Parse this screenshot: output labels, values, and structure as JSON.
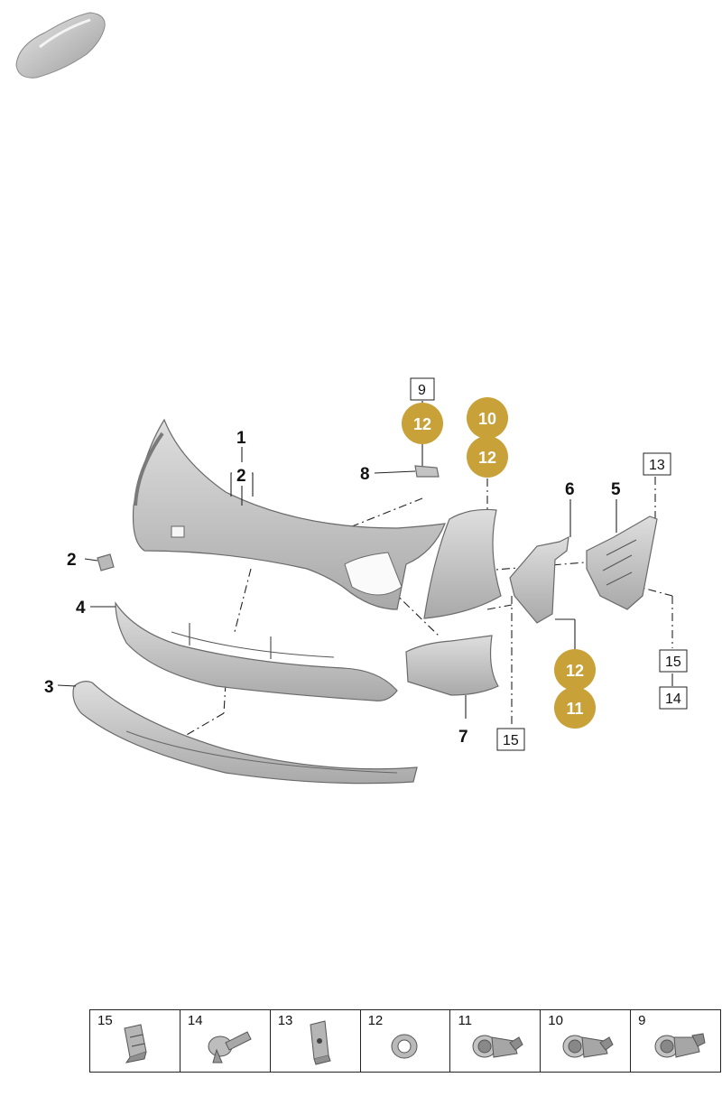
{
  "callouts": {
    "c1": "1",
    "c2a": "2",
    "c2b": "2",
    "c3": "3",
    "c4": "4",
    "c5": "5",
    "c6": "6",
    "c7": "7",
    "c8": "8"
  },
  "boxed_refs": {
    "b9": "9",
    "b13": "13",
    "b15a": "15",
    "b14": "14",
    "b15b": "15"
  },
  "gold_badges": {
    "g12a": "12",
    "g10": "10",
    "g12b": "12",
    "g12c": "12",
    "g11": "11"
  },
  "legend": [
    {
      "num": "15",
      "icon": "clip-nut-icon"
    },
    {
      "num": "14",
      "icon": "expansion-rivet-icon"
    },
    {
      "num": "13",
      "icon": "clip-nut-icon"
    },
    {
      "num": "12",
      "icon": "sensor-ring-icon"
    },
    {
      "num": "11",
      "icon": "parking-sensor-icon"
    },
    {
      "num": "10",
      "icon": "parking-sensor-icon"
    },
    {
      "num": "9",
      "icon": "parking-sensor-icon"
    }
  ],
  "colors": {
    "badge": "#c9a139",
    "part_fill": "#c8c8c8",
    "part_edge": "#6a6a6a"
  }
}
